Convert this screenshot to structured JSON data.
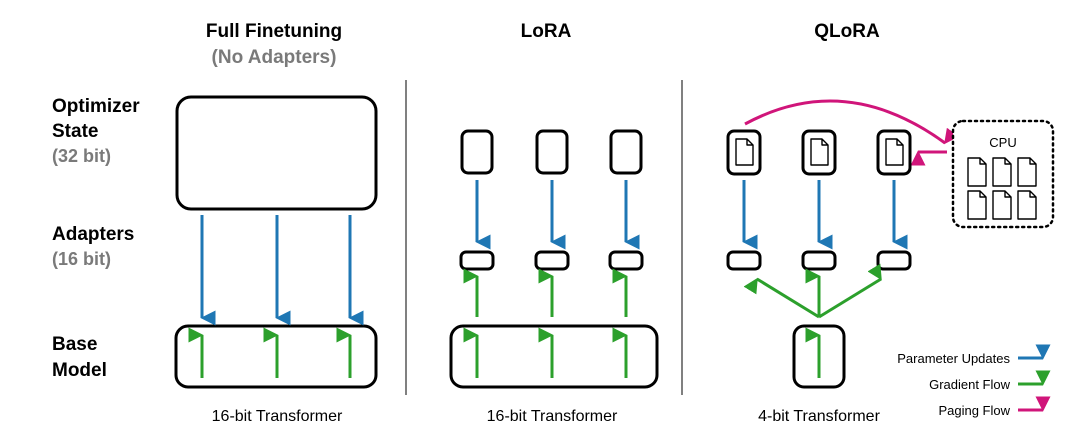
{
  "colors": {
    "parameter_updates": "#1f77b4",
    "gradient_flow": "#2ca02c",
    "paging_flow": "#d0157a",
    "box_stroke": "#000000",
    "subtitle_gray": "#7a7a7a"
  },
  "row_labels": {
    "optimizer": [
      "Optimizer",
      "State"
    ],
    "optimizer_sub": "(32 bit)",
    "adapters": "Adapters",
    "adapters_sub": "(16 bit)",
    "base": [
      "Base",
      "Model"
    ]
  },
  "panels": [
    {
      "title": "Full Finetuning",
      "subtitle": "(No Adapters)",
      "caption": "16-bit Transformer"
    },
    {
      "title": "LoRA",
      "subtitle": "",
      "caption": "16-bit Transformer"
    },
    {
      "title": "QLoRA",
      "subtitle": "",
      "caption": "4-bit Transformer"
    }
  ],
  "cpu": {
    "label": "CPU"
  },
  "legend": [
    {
      "label": "Parameter Updates",
      "color_key": "parameter_updates"
    },
    {
      "label": "Gradient Flow",
      "color_key": "gradient_flow"
    },
    {
      "label": "Paging Flow",
      "color_key": "paging_flow"
    }
  ]
}
